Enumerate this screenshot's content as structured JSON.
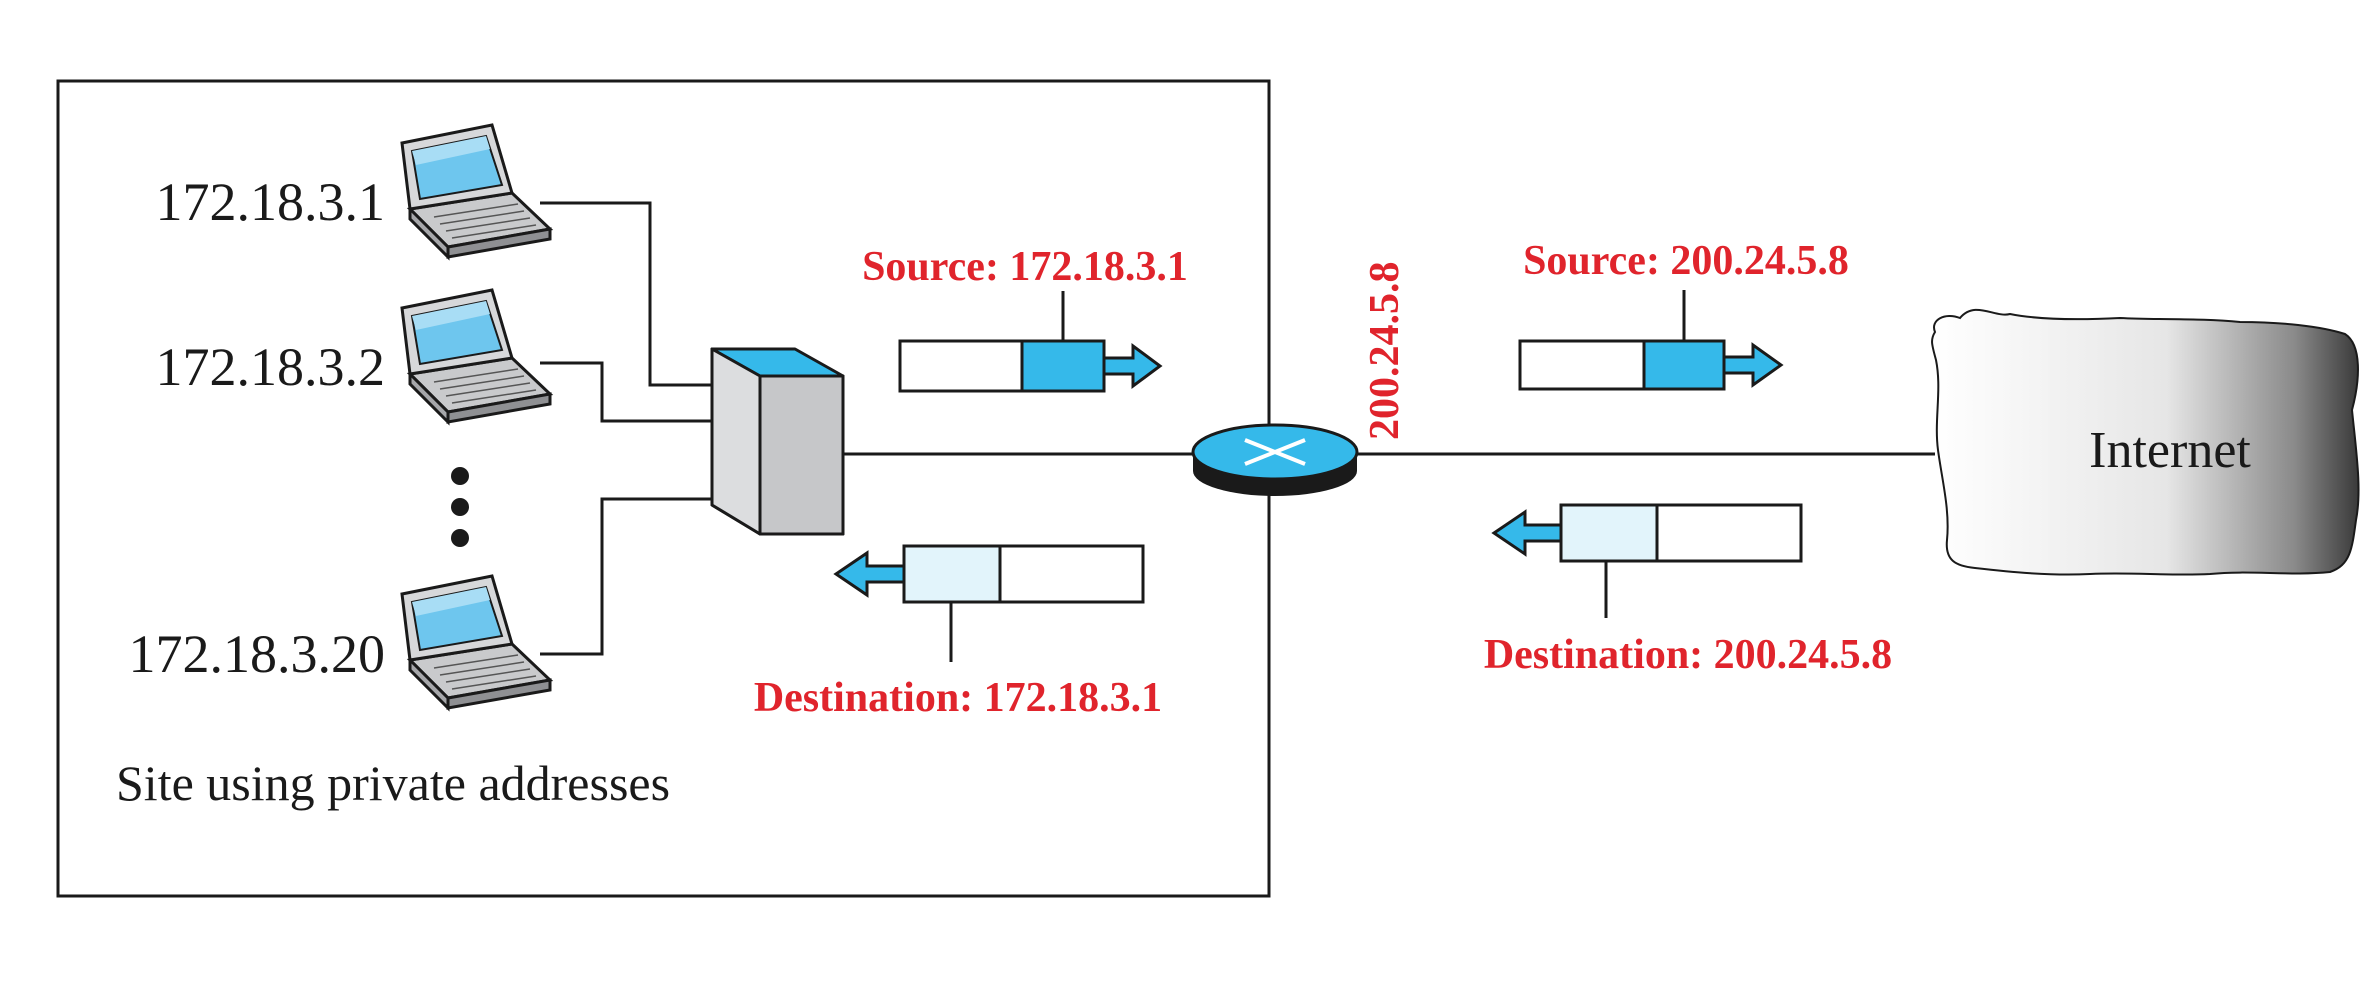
{
  "site": {
    "label": "Site using private addresses",
    "hosts": [
      {
        "address": "172.18.3.1"
      },
      {
        "address": "172.18.3.2"
      },
      {
        "address": "172.18.3.20"
      }
    ]
  },
  "router": {
    "public_address": "200.24.5.8"
  },
  "internet": {
    "label": "Internet"
  },
  "packets": {
    "inside_outgoing": {
      "label": "Source: 172.18.3.1"
    },
    "inside_incoming": {
      "label": "Destination: 172.18.3.1"
    },
    "outside_outgoing": {
      "label": "Source: 200.24.5.8"
    },
    "outside_incoming": {
      "label": "Destination: 200.24.5.8"
    }
  },
  "colors": {
    "accent_blue": "#35b9ea",
    "light_blue": "#e2f4fb",
    "label_red": "#e0242c",
    "switch_gray": "#d1d2d4"
  }
}
